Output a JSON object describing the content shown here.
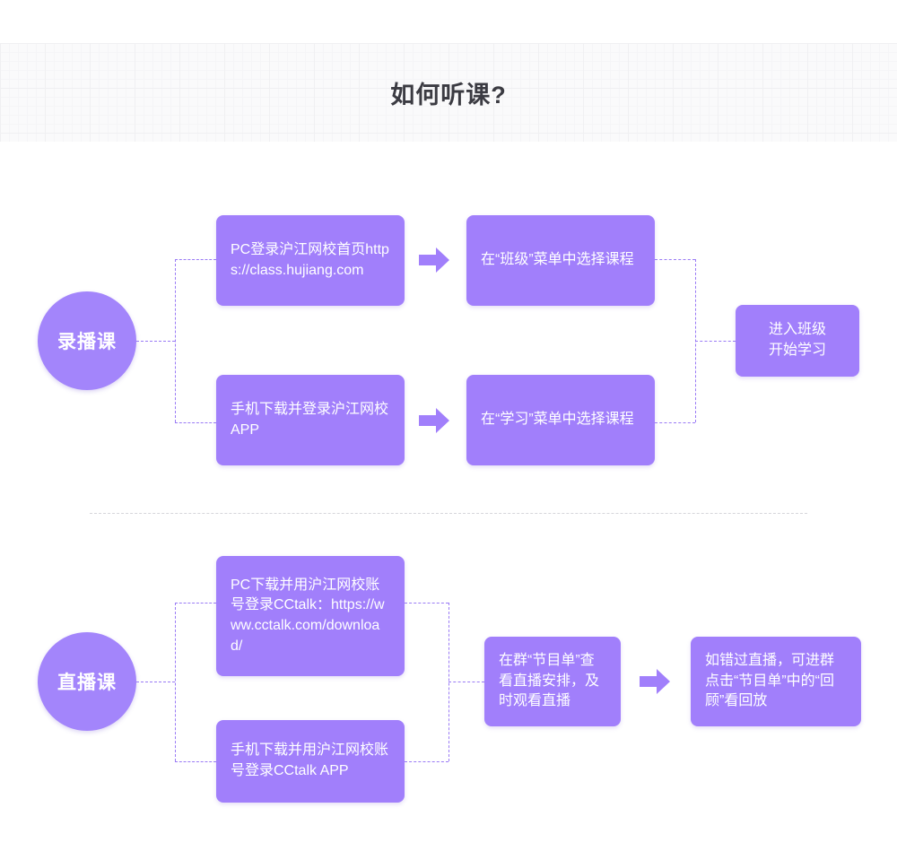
{
  "header": {
    "title": "如何听课?"
  },
  "colors": {
    "node_purple": "#A17FFB",
    "circle_purple": "#A385FB",
    "connector_purple": "#9A7BF5",
    "divider_gray": "#D6D6DB",
    "title_text": "#3B3B42",
    "node_text": "#FFFFFF",
    "header_band_bg": "#FAFAFB"
  },
  "sections": [
    {
      "id": "recorded-course",
      "circle_label": "录播课",
      "boxes": [
        {
          "id": "rec-pc-login",
          "text": "PC登录沪江网校首页https://class.hujiang.com"
        },
        {
          "id": "rec-pc-select",
          "text": "在“班级”菜单中选择课程"
        },
        {
          "id": "rec-app-login",
          "text": "手机下载并登录沪江网校APP"
        },
        {
          "id": "rec-app-select",
          "text": "在“学习”菜单中选择课程"
        },
        {
          "id": "rec-enter-class",
          "text": "进入班级\n开始学习",
          "line1": "进入班级",
          "line2": "开始学习"
        }
      ],
      "arrows": [
        {
          "id": "arrow-rec-top",
          "direction": "right"
        },
        {
          "id": "arrow-rec-bottom",
          "direction": "right"
        }
      ]
    },
    {
      "id": "live-course",
      "circle_label": "直播课",
      "boxes": [
        {
          "id": "live-pc-cctalk",
          "text": "PC下载并用沪江网校账号登录CCtalk：https://www.cctalk.com/download/"
        },
        {
          "id": "live-app-cctalk",
          "text": "手机下载并用沪江网校账号登录CCtalk APP"
        },
        {
          "id": "live-schedule",
          "text": "在群“节目单”查看直播安排，及时观看直播"
        },
        {
          "id": "live-replay",
          "text": "如错过直播，可进群点击“节目单”中的“回顾”看回放"
        }
      ],
      "arrows": [
        {
          "id": "arrow-live",
          "direction": "right"
        }
      ]
    }
  ]
}
